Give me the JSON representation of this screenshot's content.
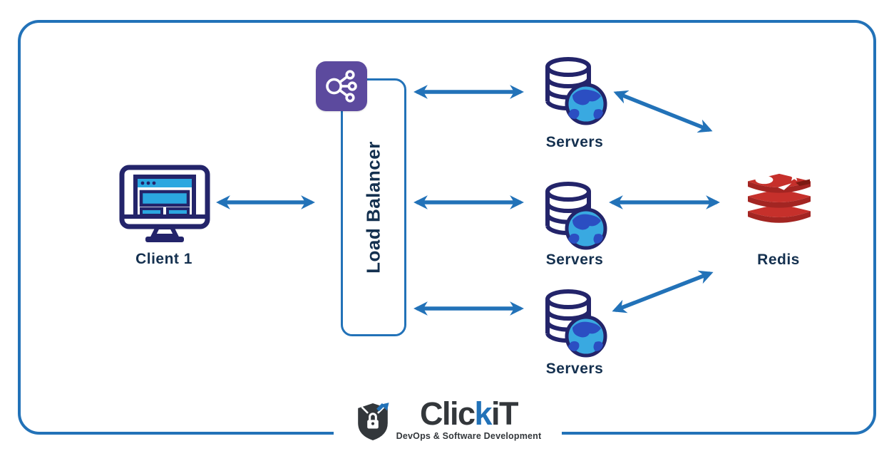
{
  "colors": {
    "frame_blue": "#2272B8",
    "arrow_blue": "#2272B8",
    "icon_navy": "#23246A",
    "icon_light_blue": "#2BA7E0",
    "globe_land_blue": "#2B4EC2",
    "load_balancer_purple": "#5C4A9E",
    "redis_red": "#C6302B",
    "redis_red_dark": "#A32522",
    "label_navy": "#14304F",
    "logo_charcoal": "#33373B"
  },
  "diagram": {
    "client": {
      "label": "Client 1",
      "icon": "monitor-browser-icon"
    },
    "load_balancer": {
      "label": "Load Balancer",
      "icon": "network-share-icon"
    },
    "servers": [
      {
        "label": "Servers",
        "icon": "database-globe-icon"
      },
      {
        "label": "Servers",
        "icon": "database-globe-icon"
      },
      {
        "label": "Servers",
        "icon": "database-globe-icon"
      }
    ],
    "redis": {
      "label": "Redis",
      "icon": "redis-stack-icon"
    },
    "connections": [
      {
        "from": "client",
        "to": "load-balancer",
        "type": "bidirectional"
      },
      {
        "from": "load-balancer",
        "to": "server-1",
        "type": "bidirectional"
      },
      {
        "from": "load-balancer",
        "to": "server-2",
        "type": "bidirectional"
      },
      {
        "from": "load-balancer",
        "to": "server-3",
        "type": "bidirectional"
      },
      {
        "from": "server-1",
        "to": "redis",
        "type": "bidirectional"
      },
      {
        "from": "server-2",
        "to": "redis",
        "type": "bidirectional"
      },
      {
        "from": "server-3",
        "to": "redis",
        "type": "bidirectional"
      }
    ]
  },
  "footer_logo": {
    "brand_part1": "Clic",
    "brand_part2": "k",
    "brand_part3": "iT",
    "subtitle": "DevOps & Software Development"
  }
}
